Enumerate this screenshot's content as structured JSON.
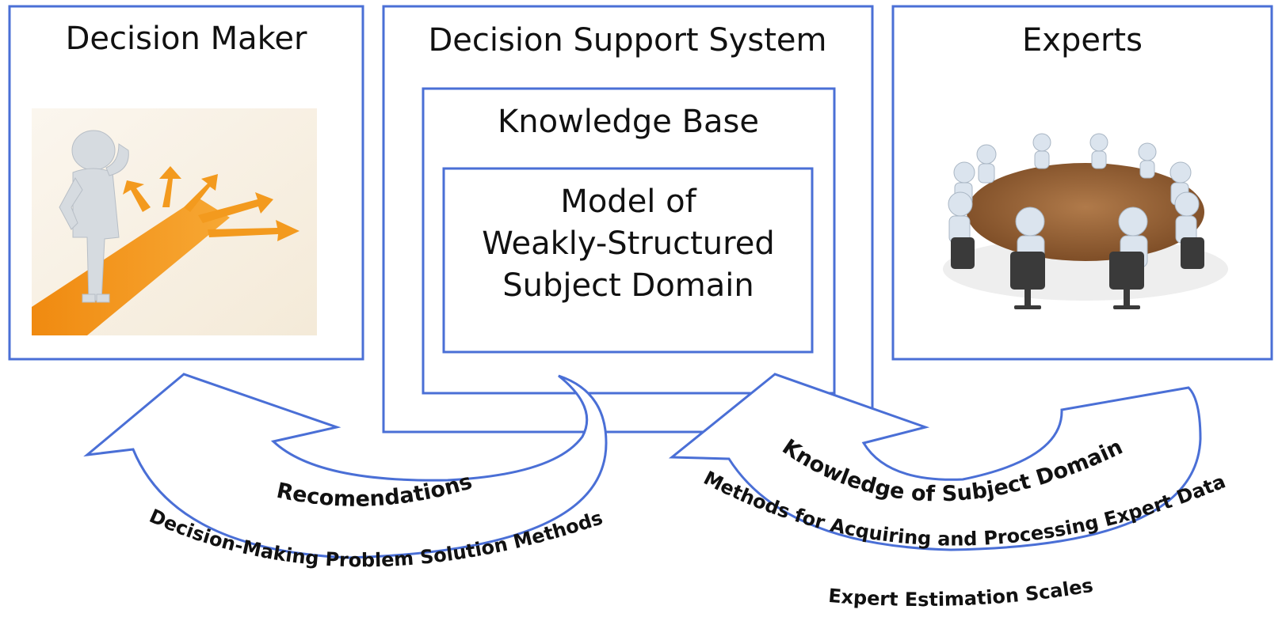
{
  "decision_maker": {
    "title": "Decision Maker",
    "image_icon": "person-at-crossroads-icon"
  },
  "dss": {
    "title": "Decision Support System",
    "knowledge_base": {
      "title": "Knowledge Base",
      "model": {
        "line1": "Model of",
        "line2": "Weakly-Structured",
        "line3": "Subject Domain"
      }
    }
  },
  "experts": {
    "title": "Experts",
    "image_icon": "round-table-meeting-icon"
  },
  "left_arrow": {
    "label": "Recomendations",
    "methods": "Decision-Making Problem Solution Methods"
  },
  "right_arrow": {
    "label": "Knowledge of Subject Domain",
    "methods_line1": "Methods for Acquiring and Processing Expert Data",
    "methods_line2": "Expert Estimation Scales"
  },
  "colors": {
    "border": "#4a6fd6",
    "orange": "#f39a1e",
    "figure": "#d8dde3"
  }
}
